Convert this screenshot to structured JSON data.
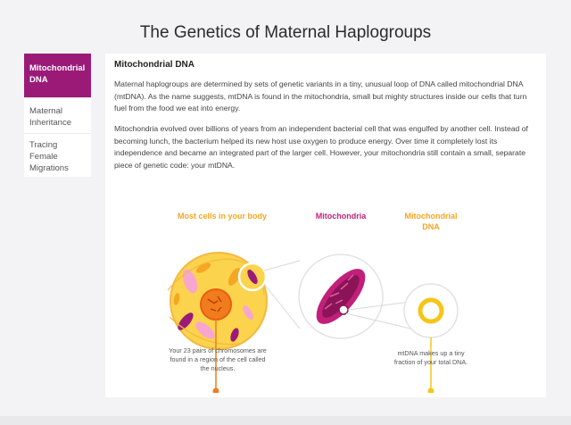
{
  "page": {
    "title": "The Genetics of Maternal Haplogroups"
  },
  "sidebar": {
    "items": [
      {
        "label": "Mitochondrial DNA",
        "active": true
      },
      {
        "label": "Maternal Inheritance",
        "active": false
      },
      {
        "label": "Tracing Female Migrations",
        "active": false
      }
    ]
  },
  "content": {
    "heading": "Mitochondrial DNA",
    "paragraphs": [
      "Maternal haplogroups are determined by sets of genetic variants in a tiny, unusual loop of DNA called mitochondrial DNA (mtDNA). As the name suggests, mtDNA is found in the mitochondria, small but mighty structures inside our cells that turn fuel from the food we eat into energy.",
      "Mitochondria evolved over billions of years from an independent bacterial cell that was engulfed by another cell. Instead of becoming lunch, the bacterium helped its new host use oxygen to produce energy. Over time it completely lost its independence and became an integrated part of the larger cell. However, your mitochondria still contain a small, separate piece of genetic code: your mtDNA."
    ]
  },
  "diagram": {
    "labels": {
      "cells": "Most cells in your body",
      "mito": "Mitochondria",
      "mtdna_line1": "Mitochondrial",
      "mtdna_line2": "DNA"
    },
    "captions": {
      "nucleus_l1": "Your 23 pairs of chromosomes are",
      "nucleus_l2": "found in a region of the cell called",
      "nucleus_l3": "the nucleus.",
      "mtdna_l1": "mtDNA makes up a tiny",
      "mtdna_l2": "fraction of your total DNA."
    },
    "colors": {
      "orange": "#f5a623",
      "cell_fill": "#fbd34d",
      "nucleus": "#f07c1e",
      "magenta": "#c21f7a",
      "dark_magenta": "#8a1457",
      "mtdna_ring": "#f5c518"
    }
  }
}
